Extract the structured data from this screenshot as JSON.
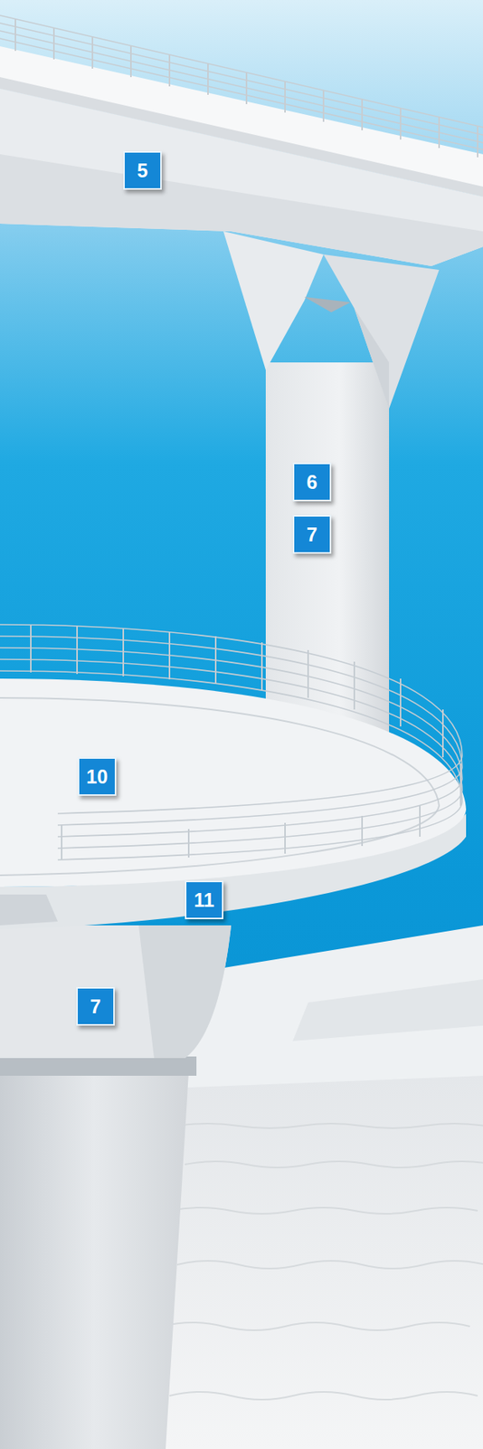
{
  "diagram": {
    "nodes": [
      {
        "text": [
          "5"
        ]
      },
      {
        "text": [
          "6"
        ]
      },
      {
        "text": [
          "7"
        ]
      },
      {
        "text": [
          "10"
        ]
      },
      {
        "text": [
          "11"
        ]
      },
      {
        "text": [
          "7"
        ]
      }
    ]
  }
}
